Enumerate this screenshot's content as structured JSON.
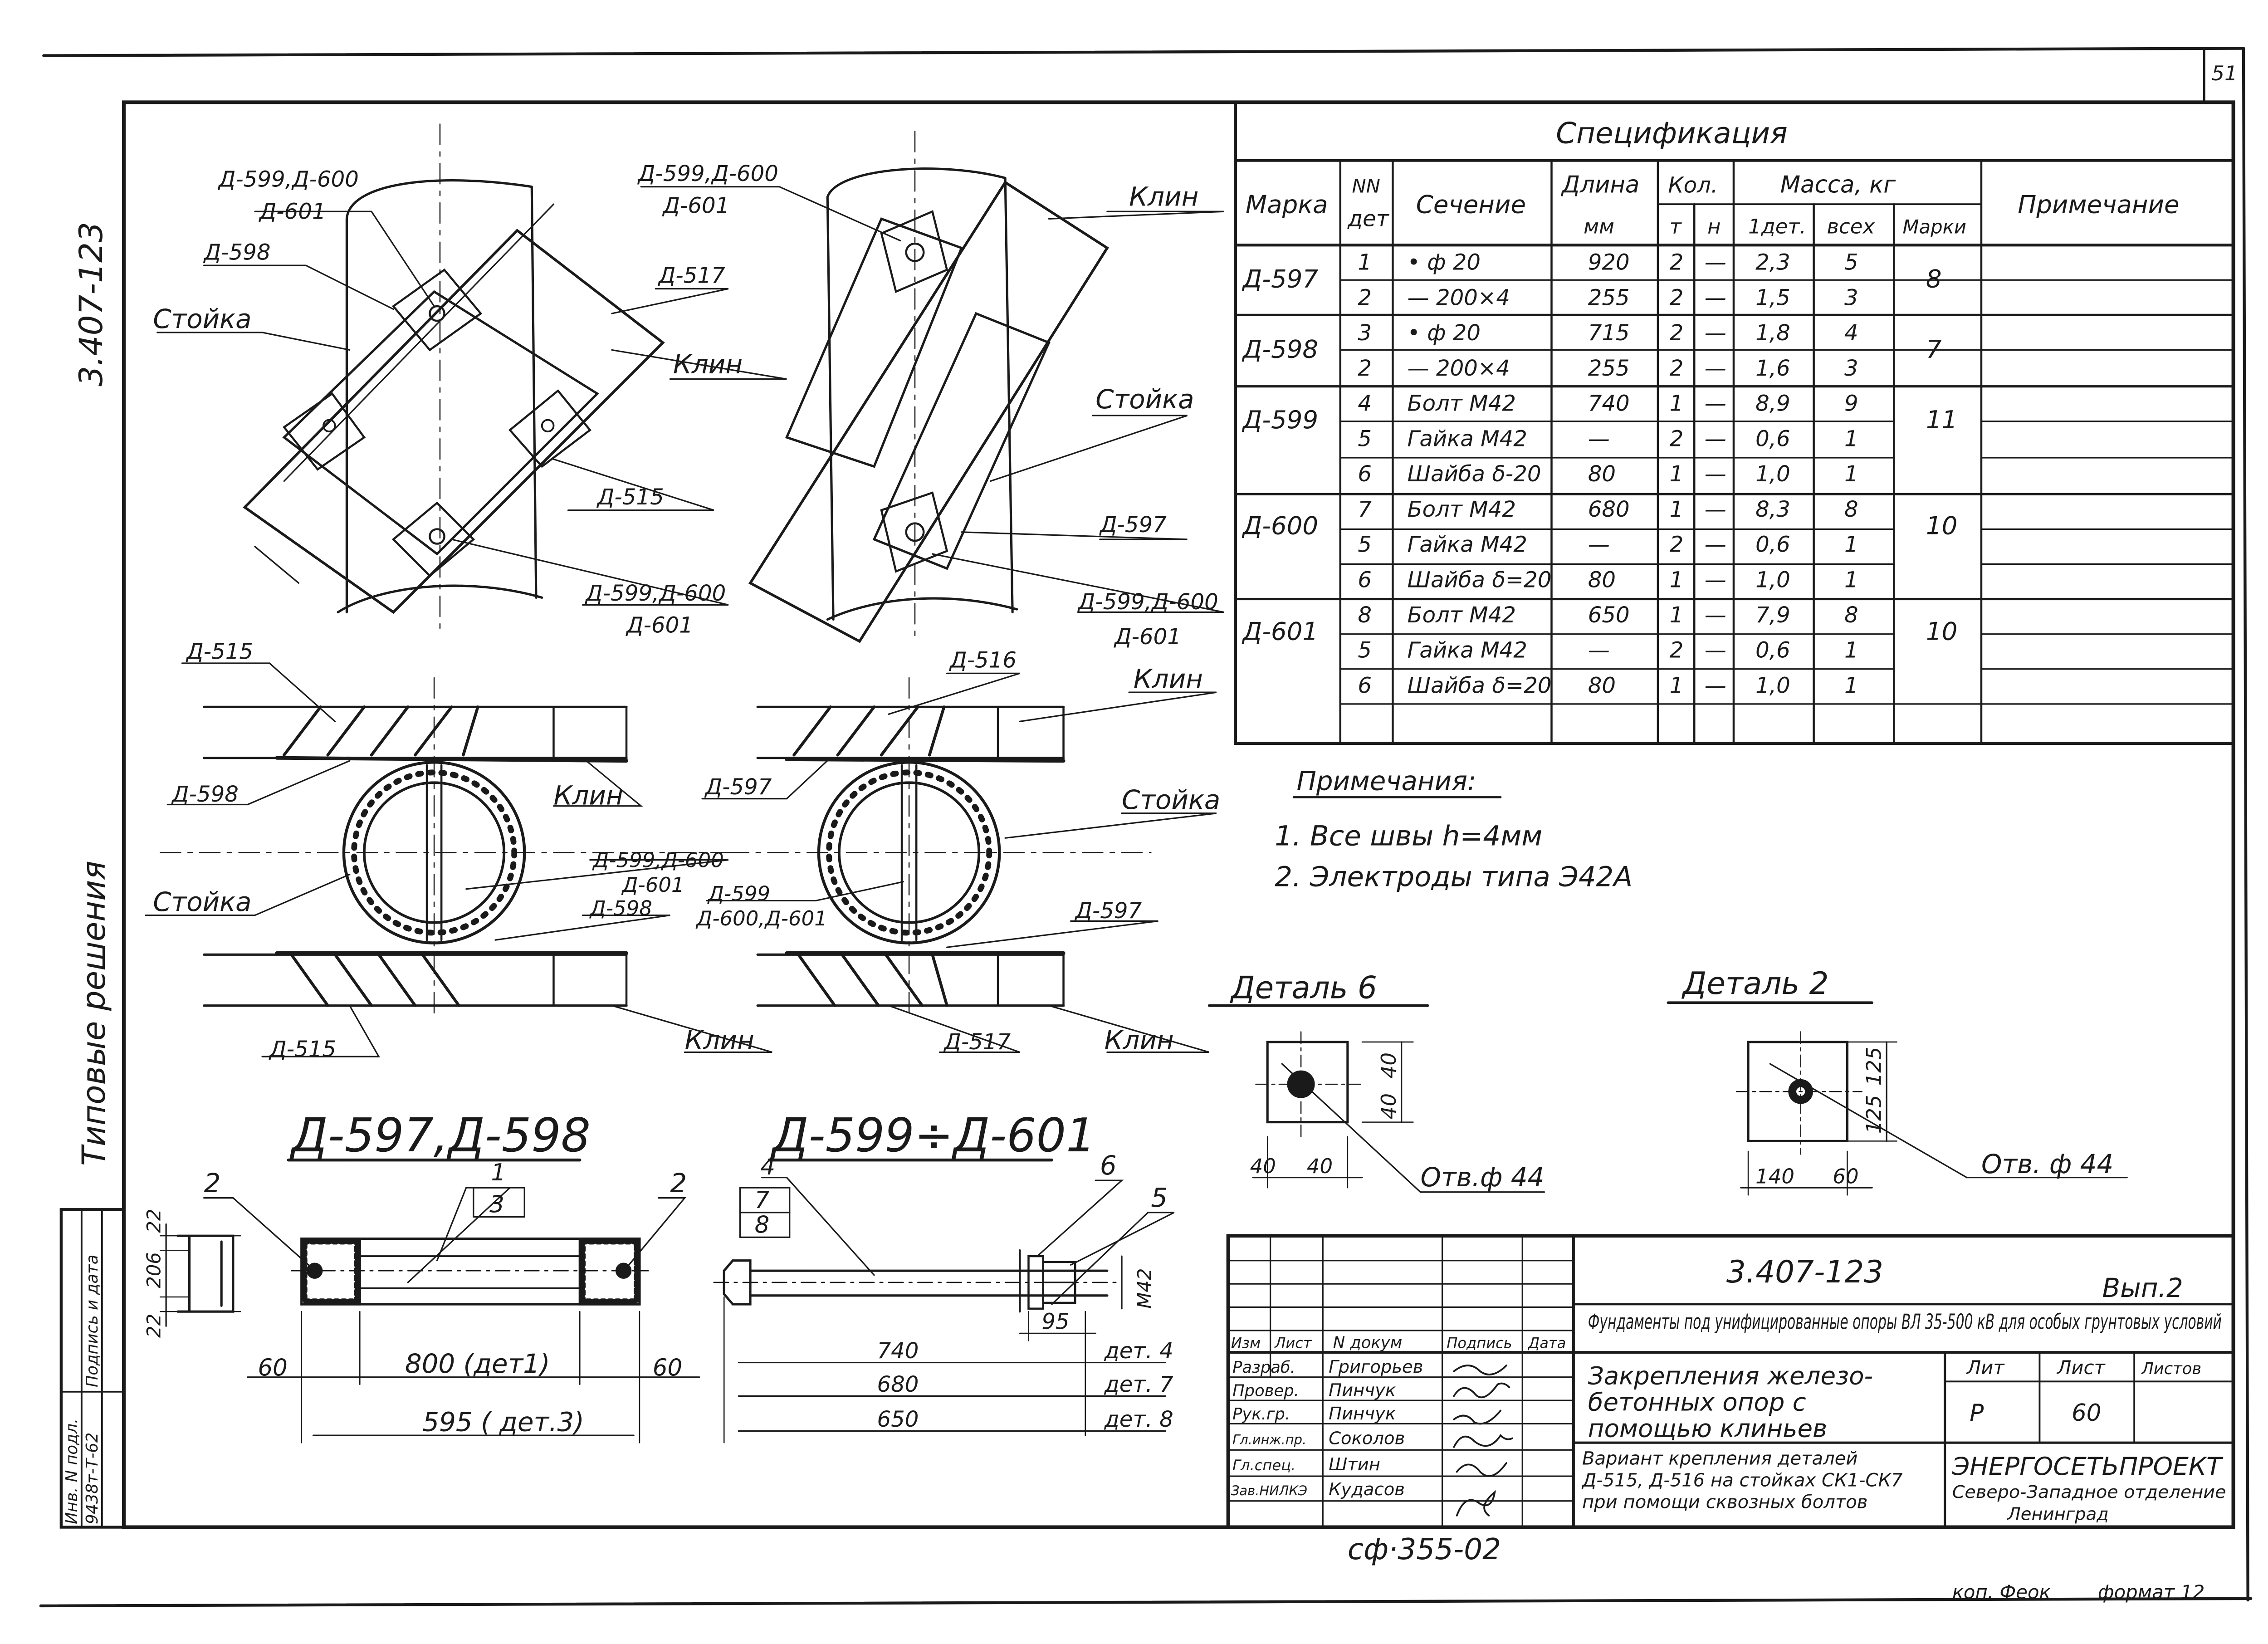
{
  "sheet_number": "51",
  "margin": {
    "doc_code": "3.407-123",
    "tipovye": "Типовые решения",
    "inv_labels": [
      "Инв. N подл.",
      "Подпись и дата"
    ],
    "inv_value": "9438т-Т-62"
  },
  "top_views": {
    "left": {
      "d599_600": "Д-599,Д-600",
      "d601": "Д-601",
      "d598": "Д-598",
      "stoika": "Стойка",
      "d517": "Д-517",
      "klin": "Клин",
      "d515": "Д-515",
      "d599_600_b": "Д-599,Д-600",
      "d601_b": "Д-601"
    },
    "right": {
      "d599_600": "Д-599,Д-600",
      "d601": "Д-601",
      "klin": "Клин",
      "stoika": "Стойка",
      "d597": "Д-597",
      "d599_600_b": "Д-599,Д-600",
      "d601_b": "Д-601"
    }
  },
  "plan_views": {
    "left": {
      "d515": "Д-515",
      "d598": "Д-598",
      "klin": "Клин",
      "stoika": "Стойка",
      "d599_600": "Д-599,Д-600",
      "d601": "Д-601",
      "d598_b": "Д-598",
      "d515_b": "Д-515",
      "klin_b": "Клин"
    },
    "right": {
      "d516": "Д-516",
      "klin": "Клин",
      "d597": "Д-597",
      "stoika": "Стойка",
      "d599": "Д-599",
      "d600_601": "Д-600,Д-601",
      "d597_b": "Д-597",
      "d517": "Д-517",
      "klin_b": "Клин"
    }
  },
  "spec": {
    "title": "Спецификация",
    "headers": {
      "marka": "Марка",
      "nn_det": [
        "NN",
        "дет"
      ],
      "sechenie": "Сечение",
      "dlina": [
        "Длина",
        "мм"
      ],
      "kol": "Кол.",
      "kol_t": "т",
      "kol_n": "н",
      "massa": "Масса, кг",
      "massa_1det": "1дет.",
      "massa_vsekh": "всех",
      "massa_marki": "Марки",
      "primechanie": "Примечание"
    },
    "rows": [
      {
        "marka": "Д-597",
        "det": "1",
        "sechenie": "• ф 20",
        "dlina": "920",
        "t": "2",
        "n": "—",
        "m1": "2,3",
        "mall": "5",
        "mm": "8"
      },
      {
        "marka": "",
        "det": "2",
        "sechenie": "— 200×4",
        "dlina": "255",
        "t": "2",
        "n": "—",
        "m1": "1,5",
        "mall": "3",
        "mm": ""
      },
      {
        "marka": "Д-598",
        "det": "3",
        "sechenie": "• ф 20",
        "dlina": "715",
        "t": "2",
        "n": "—",
        "m1": "1,8",
        "mall": "4",
        "mm": "7"
      },
      {
        "marka": "",
        "det": "2",
        "sechenie": "— 200×4",
        "dlina": "255",
        "t": "2",
        "n": "—",
        "m1": "1,6",
        "mall": "3",
        "mm": ""
      },
      {
        "marka": "Д-599",
        "det": "4",
        "sechenie": "Болт М42",
        "dlina": "740",
        "t": "1",
        "n": "—",
        "m1": "8,9",
        "mall": "9",
        "mm": "11"
      },
      {
        "marka": "",
        "det": "5",
        "sechenie": "Гайка М42",
        "dlina": "—",
        "t": "2",
        "n": "—",
        "m1": "0,6",
        "mall": "1",
        "mm": ""
      },
      {
        "marka": "",
        "det": "6",
        "sechenie": "Шайба δ-20",
        "dlina": "80",
        "t": "1",
        "n": "—",
        "m1": "1,0",
        "mall": "1",
        "mm": ""
      },
      {
        "marka": "Д-600",
        "det": "7",
        "sechenie": "Болт М42",
        "dlina": "680",
        "t": "1",
        "n": "—",
        "m1": "8,3",
        "mall": "8",
        "mm": "10"
      },
      {
        "marka": "",
        "det": "5",
        "sechenie": "Гайка М42",
        "dlina": "—",
        "t": "2",
        "n": "—",
        "m1": "0,6",
        "mall": "1",
        "mm": ""
      },
      {
        "marka": "",
        "det": "6",
        "sechenie": "Шайба δ=20",
        "dlina": "80",
        "t": "1",
        "n": "—",
        "m1": "1,0",
        "mall": "1",
        "mm": ""
      },
      {
        "marka": "Д-601",
        "det": "8",
        "sechenie": "Болт М42",
        "dlina": "650",
        "t": "1",
        "n": "—",
        "m1": "7,9",
        "mall": "8",
        "mm": "10"
      },
      {
        "marka": "",
        "det": "5",
        "sechenie": "Гайка М42",
        "dlina": "—",
        "t": "2",
        "n": "—",
        "m1": "0,6",
        "mall": "1",
        "mm": ""
      },
      {
        "marka": "",
        "det": "6",
        "sechenie": "Шайба δ=20",
        "dlina": "80",
        "t": "1",
        "n": "—",
        "m1": "1,0",
        "mall": "1",
        "mm": ""
      }
    ]
  },
  "notes": {
    "title": "Примечания:",
    "items": [
      "1.  Все швы  h=4мм",
      "2.  Электроды типа Э42А"
    ]
  },
  "detail6": {
    "title": "Деталь 6",
    "dim_v1": "40",
    "dim_v2": "40",
    "dim_h1": "40",
    "dim_h2": "40",
    "hole": "Отв.ф 44"
  },
  "detail2": {
    "title": "Деталь 2",
    "dim_v1": "125",
    "dim_v2": "125",
    "dim_h1": "140",
    "dim_h2": "60",
    "hole": "Отв. ф 44"
  },
  "part597": {
    "title": "Д-597,Д-598",
    "callout_2l": "2",
    "callout_1": "1",
    "callout_3": "3",
    "callout_2r": "2",
    "dim_22a": "22",
    "dim_206": "206",
    "dim_22b": "22",
    "dim_60l": "60",
    "dim_800": "800 (дет1)",
    "dim_60r": "60",
    "dim_595": "595 ( дет.3)"
  },
  "part599": {
    "title": "Д-599÷Д-601",
    "c4": "4",
    "c7": "7",
    "c8": "8",
    "c6": "6",
    "c5": "5",
    "dim_95": "95",
    "dim_m42": "М42",
    "lens": [
      {
        "len": "740",
        "label": "дет. 4"
      },
      {
        "len": "680",
        "label": "дет. 7"
      },
      {
        "len": "650",
        "label": "дет. 8"
      }
    ]
  },
  "title_block": {
    "code": "3.407-123",
    "vyp": "Вып.2",
    "doc_title": "Фундаменты под унифицированные опоры ВЛ 35-500 кВ для особых грунтовых условий",
    "subject_l1": "Закрепления железо-",
    "subject_l2": "бетонных опор с",
    "subject_l3": "помощью клиньев",
    "lit_h": "Лит",
    "list_h": "Лист",
    "listov_h": "Листов",
    "lit": "Р",
    "list": "60",
    "variant_l1": "Вариант крепления деталей",
    "variant_l2": "Д-515, Д-516 на стойках СК1-СК7",
    "variant_l3": "при помощи сквозных болтов",
    "org1": "ЭНЕРГОСЕТЬПРОЕКТ",
    "org2": "Северо-Западное отделение",
    "org3": "Ленинград",
    "col_heads": [
      "Изм",
      "Лист",
      "N докум",
      "Подпись",
      "Дата"
    ],
    "staff": [
      {
        "role": "Разраб.",
        "name": "Григорьев"
      },
      {
        "role": "Провер.",
        "name": "Пинчук"
      },
      {
        "role": "Рук.гр.",
        "name": "Пинчук"
      },
      {
        "role": "Гл.инж.пр.",
        "name": "Соколов"
      },
      {
        "role": "Гл.спец.",
        "name": "Штин"
      },
      {
        "role": "Зав.НИЛКЭ",
        "name": "Кудасов"
      }
    ]
  },
  "stamp": "сф·355-02",
  "footer": {
    "kop": "коп. Феок",
    "format": "формат 12"
  }
}
